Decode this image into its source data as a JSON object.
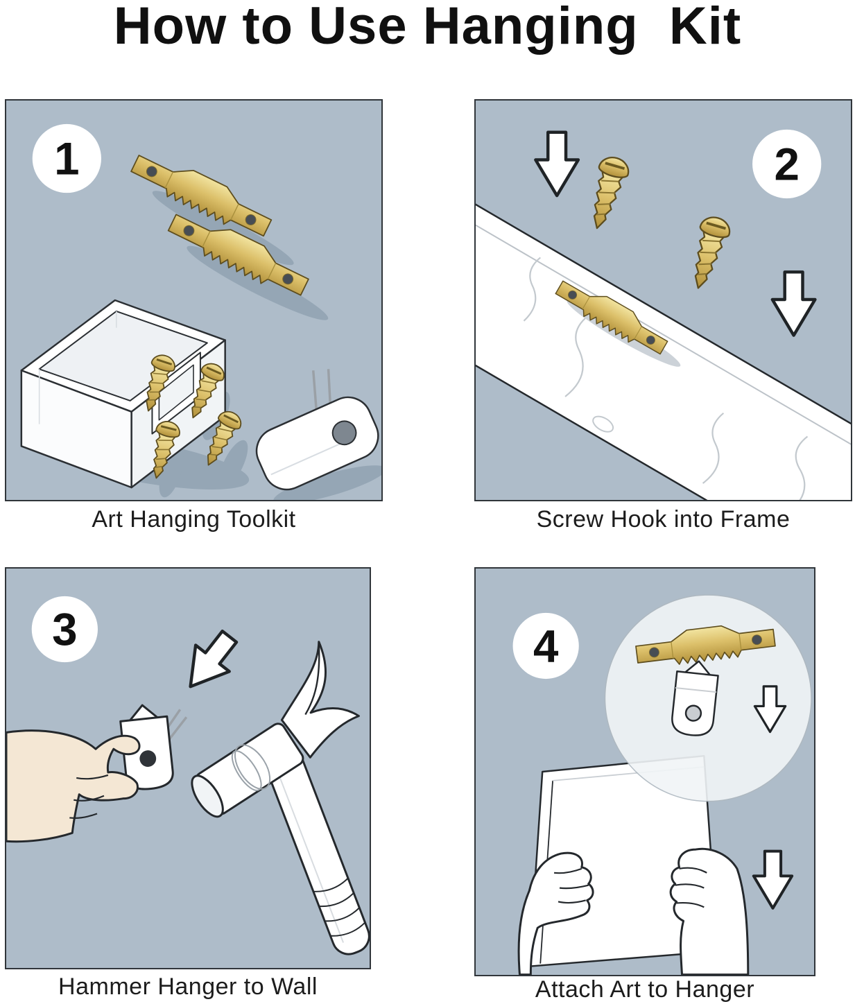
{
  "page": {
    "title": "How to Use Hanging  Kit"
  },
  "panels": [
    {
      "number": "1",
      "caption": "Art Hanging Toolkit"
    },
    {
      "number": "2",
      "caption": "Screw Hook into Frame"
    },
    {
      "number": "3",
      "caption": "Hammer Hanger to Wall"
    },
    {
      "number": "4",
      "caption": "Attach Art to Hanger"
    }
  ],
  "colors": {
    "panel_background": "#AEBCC9",
    "panel_border": "#30353A",
    "brass_gold": "#D8BC62",
    "brass_highlight": "#F2E4A0",
    "outline_ink": "#24282C",
    "skin_tone": "#F4E7D4",
    "shadow_blue": "#95A6B5",
    "paper_white": "#FFFFFF"
  }
}
